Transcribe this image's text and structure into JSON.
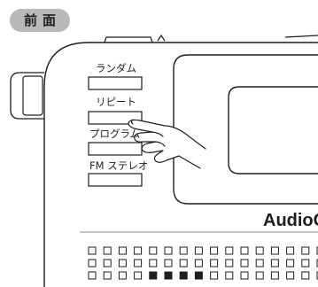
{
  "section_badge": "前面",
  "buttons": [
    {
      "label": "ランダム"
    },
    {
      "label": "リピート"
    },
    {
      "label": "プログラム"
    },
    {
      "label": "FM ステレオ"
    }
  ],
  "brand": "AudioC",
  "speaker_grille": {
    "rows": 3,
    "columns": 16,
    "filled_row_index": 2,
    "filled_columns": [
      4,
      5,
      6,
      7
    ]
  },
  "colors": {
    "line": "#1e1e1e",
    "badge_fill": "#b9b9b9",
    "background": "#ffffff"
  },
  "icons": [
    "pointing-hand-icon"
  ]
}
